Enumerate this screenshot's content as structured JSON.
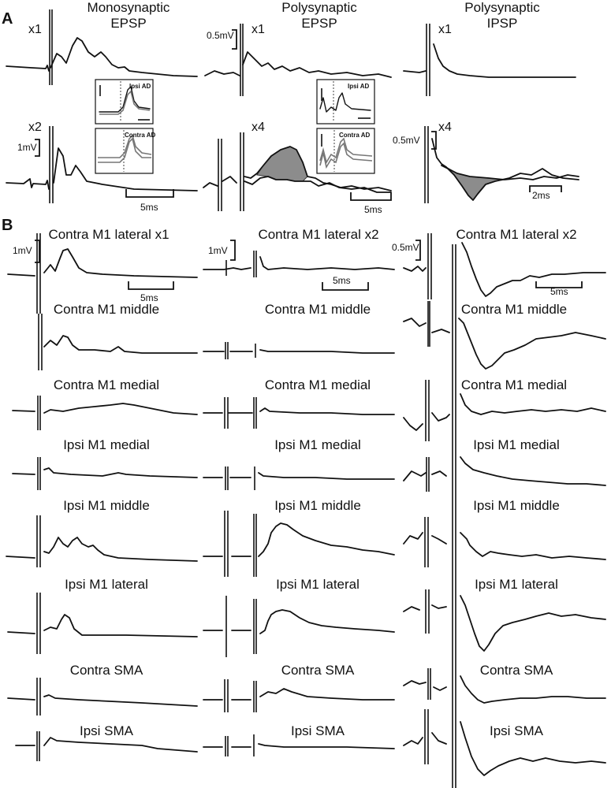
{
  "panel_labels": {
    "a": "A",
    "b": "B"
  },
  "panel_a": {
    "columns": [
      {
        "title_line1": "Monosynaptic",
        "title_line2": "EPSP",
        "top_gain": "x1",
        "bottom_gain": "x2",
        "amp_scale": "1mV",
        "time_scale": "5ms"
      },
      {
        "title_line1": "Polysynaptic",
        "title_line2": "EPSP",
        "top_gain": "x1",
        "bottom_gain": "x4",
        "amp_scale": "0.5mV",
        "time_scale": "5ms"
      },
      {
        "title_line1": "Polysynaptic",
        "title_line2": "IPSP",
        "top_gain": "x1",
        "bottom_gain": "x4",
        "amp_scale": "0.5mV",
        "time_scale": "2ms"
      }
    ],
    "insets": {
      "ipsi": "Ipsi AD",
      "contra": "Contra AD"
    }
  },
  "panel_b": {
    "column_scales": [
      {
        "amp": "1mV",
        "time": "5ms"
      },
      {
        "amp": "1mV",
        "time": "5ms"
      },
      {
        "amp": "0.5mV",
        "time": "5ms"
      }
    ],
    "rows": [
      [
        "Contra M1 lateral  x1",
        "Contra M1 lateral x2",
        "Contra M1 lateral  x2"
      ],
      [
        "Contra M1 middle",
        "Contra M1 middle",
        "Contra M1 middle"
      ],
      [
        "Contra M1 medial",
        "Contra M1 medial",
        "Contra M1 medial"
      ],
      [
        "Ipsi M1 medial",
        "Ipsi M1 medial",
        "Ipsi M1 medial"
      ],
      [
        "Ipsi M1 middle",
        "Ipsi M1 middle",
        "Ipsi M1 middle"
      ],
      [
        "Ipsi M1 lateral",
        "Ipsi M1 lateral",
        "Ipsi M1 lateral"
      ],
      [
        "Contra SMA",
        "Contra SMA",
        "Contra SMA"
      ],
      [
        "Ipsi SMA",
        "Ipsi SMA",
        "Ipsi SMA"
      ]
    ]
  }
}
